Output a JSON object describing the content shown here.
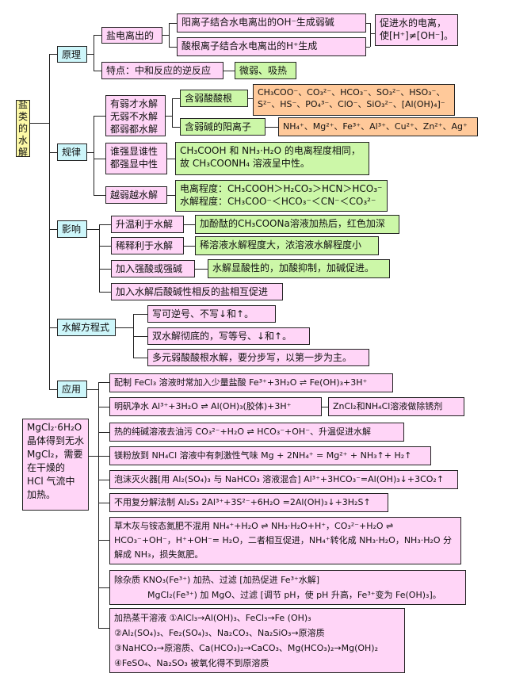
{
  "root": "盐类的水解",
  "principle": {
    "label": "原理",
    "ionize": "盐电离出的",
    "cation": "阳离子结合水电离出的OH⁻生成弱碱",
    "anion": "酸根离子结合水电离出的H⁺生成",
    "promote": "促进水的电离，使[H⁺]≠[OH⁻]。",
    "feature": "特点：中和反应的逆反应",
    "weak": "微弱、吸热"
  },
  "rule": {
    "label": "规律",
    "r1": "有弱才水解 无弱不水解 都弱都水解",
    "weak_acid_root": "含弱酸酸根",
    "acid_ions": "CH₃COO⁻、CO₃²⁻、HCO₃⁻、SO₃²⁻、HSO₃⁻、S²⁻、HS⁻、PO₄³⁻、ClO⁻、SiO₃²⁻、[Al(OH)₄]⁻",
    "weak_base_cation": "含弱碱的阳离子",
    "base_ions": "NH₄⁺、Mg²⁺、Fe³⁺、Al³⁺、Cu²⁺、Zn²⁺、Ag⁺",
    "r2": "谁强显谁性 都强显中性",
    "r2_note": "CH₃COOH 和 NH₃·H₂O 的电离程度相同，故 CH₃COONH₄ 溶液呈中性。",
    "r3": "越弱越水解",
    "r3_note1": "电离程度：CH₃COOH＞H₂CO₃＞HCN＞HCO₃⁻",
    "r3_note2": "水解程度：CH₃COO⁻＜HCO₃⁻＜CN⁻＜CO₃²⁻"
  },
  "influence": {
    "label": "影响",
    "t1": "升温利于水解",
    "t1_note": "加酚酞的CH₃COONa溶液加热后，红色加深",
    "t2": "稀释利于水解",
    "t2_note": "稀溶液水解程度大，浓溶液水解程度小",
    "t3": "加入强酸或强碱",
    "t3_note": "水解显酸性的，加酸抑制，加碱促进。",
    "t4": "加入水解后酸碱性相反的盐相互促进"
  },
  "equation": {
    "label": "水解方程式",
    "e1": "写可逆号、不写↓和↑。",
    "e2": "双水解彻底的，写等号、↓和↑。",
    "e3": "多元弱酸酸根水解，要分步写，以第一步为主。"
  },
  "application": {
    "label": "应用",
    "side": "MgCl₂·6H₂O 晶体得到无水 MgCl₂，需要在干燥的 HCl 气流中加热。",
    "a1": "配制 FeCl₃ 溶液时常加入少量盐酸 Fe³⁺+3H₂O ⇌ Fe(OH)₃+3H⁺",
    "a2": "明矾净水 Al³⁺+3H₂O ⇌ Al(OH)₃(胶体)+3H⁺",
    "a2_side": "ZnCl₂和NH₄Cl溶液做除锈剂",
    "a3": "热的纯碱溶液去油污 CO₃²⁻+H₂O ⇌ HCO₃⁻+OH⁻、升温促进水解",
    "a4": "镁粉放到 NH₄Cl 溶液中有刺激性气味 Mg + 2NH₄⁺ = Mg²⁺ + NH₃↑+ H₂↑",
    "a5": "泡沫灭火器[用 Al₂(SO₄)₃ 与 NaHCO₃ 溶液混合] Al³⁺+3HCO₃⁻=Al(OH)₃↓+3CO₂↑",
    "a6": "不用复分解法制 Al₂S₃  2Al³⁺+3S²⁻+6H₂O =2Al(OH)₃↓+3H₂S↑",
    "a7": "草木灰与铵态氮肥不混用 NH₄⁺+H₂O ⇌ NH₃·H₂O+H⁺，CO₃²⁻+H₂O ⇌ HCO₃⁻+OH⁻，H⁺+OH⁻= H₂O，二者相互促进，NH₄⁺转化成 NH₃·H₂O，NH₃·H₂O 分解成 NH₃，损失氮肥。",
    "a8_l1": "除杂质  KNO₃(Fe³⁺)  加热、过滤  [加热促进 Fe³⁺水解]",
    "a8_l2": "MgCl₂(Fe³⁺)  加 MgO、过滤  [调节 pH，使 pH 升高，Fe³⁺变为 Fe(OH)₃]。",
    "a9_l1": "加热蒸干溶液  ①AlCl₃→Al(OH)₃、FeCl₃→Fe (OH)₃",
    "a9_l2": "②Al₂(SO₄)₃、Fe₂(SO₄)₃、Na₂CO₃、Na₂SiO₃→原溶质",
    "a9_l3": "③NaHCO₃→原溶质、Ca(HCO₃)₂→CaCO₃、Mg(HCO₃)₂→Mg(OH)₂",
    "a9_l4": "④FeSO₄、Na₂SO₃ 被氧化得不到原溶质"
  },
  "colors": {
    "pink": "#ffd5f7",
    "cyan": "#cdf6fa",
    "green": "#ccf7a8",
    "orange": "#ffc99a",
    "yellow": "#fdf9a7"
  }
}
